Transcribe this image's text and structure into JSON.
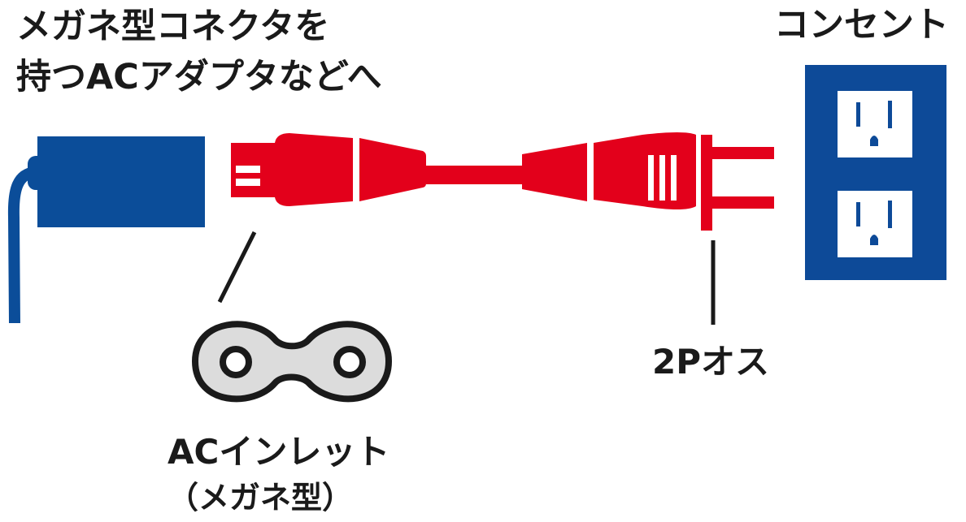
{
  "labels": {
    "adapter_line1": "メガネ型コネクタを",
    "adapter_line2": "持つACアダプタなどへ",
    "outlet": "コンセント",
    "inlet_line1": "ACインレット",
    "inlet_line2": "（メガネ型）",
    "plug": "2Pオス"
  },
  "colors": {
    "adapter_blue": "#0b4d99",
    "cable_red": "#e3001b",
    "outlet_blue": "#0d4a98",
    "outlet_face": "#ffffff",
    "inlet_fill": "#dcdcdc",
    "outline": "#1a1a1a"
  },
  "icons": [
    "ac-adapter-icon",
    "power-cable-icon",
    "figure8-inlet-icon",
    "wall-outlet-icon"
  ]
}
